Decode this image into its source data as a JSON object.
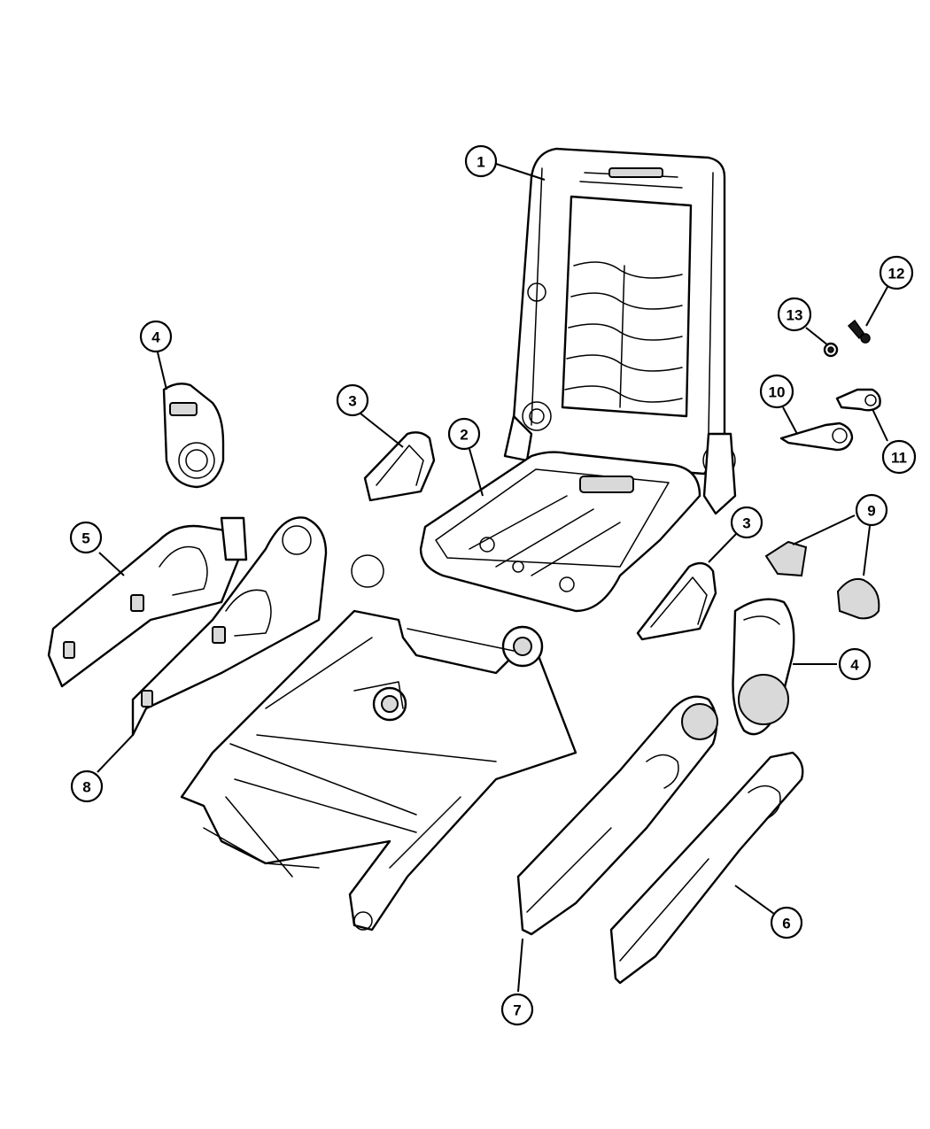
{
  "callouts": [
    {
      "id": "c1",
      "number": "1"
    },
    {
      "id": "c2",
      "number": "2"
    },
    {
      "id": "c3a",
      "number": "3"
    },
    {
      "id": "c3b",
      "number": "3"
    },
    {
      "id": "c4a",
      "number": "4"
    },
    {
      "id": "c4b",
      "number": "4"
    },
    {
      "id": "c5",
      "number": "5"
    },
    {
      "id": "c6",
      "number": "6"
    },
    {
      "id": "c7",
      "number": "7"
    },
    {
      "id": "c8",
      "number": "8"
    },
    {
      "id": "c9",
      "number": "9"
    },
    {
      "id": "c10",
      "number": "10"
    },
    {
      "id": "c11",
      "number": "11"
    },
    {
      "id": "c12",
      "number": "12"
    },
    {
      "id": "c13",
      "number": "13"
    }
  ]
}
